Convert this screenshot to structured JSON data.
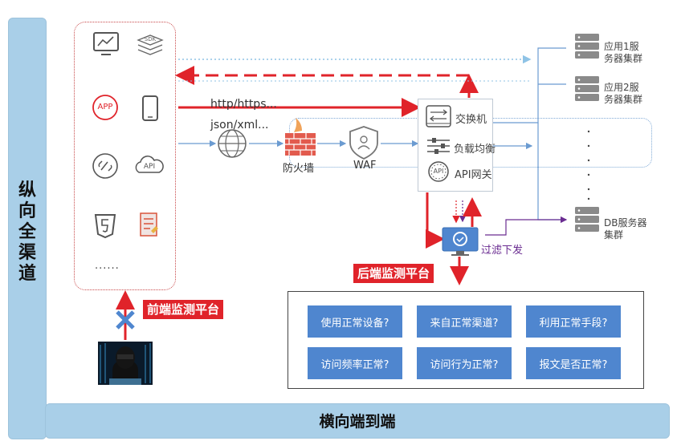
{
  "vertical_label": "纵向全渠道",
  "horizontal_label": "横向端到端",
  "client": {
    "items": [
      "monitor-icon",
      "sdk-icon",
      "app-icon",
      "phone-icon",
      "link-icon",
      "api-cloud-icon",
      "html5-icon",
      "document-icon"
    ],
    "sdk_text": "SDK",
    "app_text": "APP",
    "api_text": "API",
    "more_text": "......"
  },
  "protocols": {
    "http": "http/https...",
    "json": "json/xml..."
  },
  "firewall_label": "防火墙",
  "waf_label": "WAF",
  "switch_box": {
    "switch": "交换机",
    "load_balance": "负载均衡",
    "api_gateway": "API网关",
    "api_icon_text": "API"
  },
  "servers": {
    "app1": "应用1服\n务器集群",
    "app2": "应用2服\n务器集群",
    "db": "DB服务器\n集群"
  },
  "filter_label": "过滤下发",
  "frontend_platform": "前端监测平台",
  "backend_platform": "后端监测平台",
  "questions": [
    "使用正常设备?",
    "来自正常渠道?",
    "利用正常手段?",
    "访问频率正常?",
    "访问行为正常?",
    "报文是否正常?"
  ],
  "colors": {
    "band": "#a9cfe8",
    "red": "#e0232a",
    "blue_box": "#4f86cf",
    "line_blue": "#6b9bd1",
    "purple": "#6a2c91"
  }
}
